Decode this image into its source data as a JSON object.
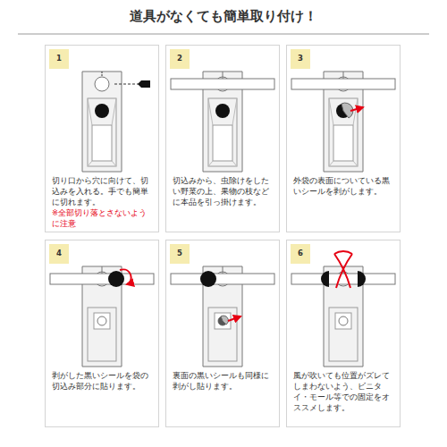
{
  "diagram": {
    "title": "道具がなくても簡単取り付け！",
    "nodes": [
      {
        "text": [
          "切り口から穴に向けて、切込みを入れる。手でも簡単に切れます。",
          "※全部切り落とさないように注意"
        ]
      },
      {
        "text": [
          "1"
        ],
        "in": 0
      },
      {
        "text": [
          "切込みから、虫除けをしたい野菜の上、果物の枝などに本品を引っ掛けます。"
        ]
      },
      {
        "text": [
          "2"
        ],
        "in": 2
      },
      {
        "text": [
          "外袋の表面についている黒いシールを剥がします。"
        ]
      },
      {
        "text": [
          "3"
        ],
        "in": 4
      },
      {
        "text": [
          "剥がした黒いシールを袋の切込み部分に貼ります。"
        ]
      },
      {
        "text": [
          "4"
        ],
        "in": 6
      },
      {
        "text": [
          "裏面の黒いシールも同様に剥がし貼ります。"
        ]
      },
      {
        "text": [
          "5"
        ],
        "in": 8
      },
      {
        "text": [
          "風が吹いても位置がズレてしまわないよう、ビニタイ・モール等での固定をオススメします。"
        ]
      },
      {
        "text": [
          "6"
        ],
        "in": 10
      }
    ]
  }
}
